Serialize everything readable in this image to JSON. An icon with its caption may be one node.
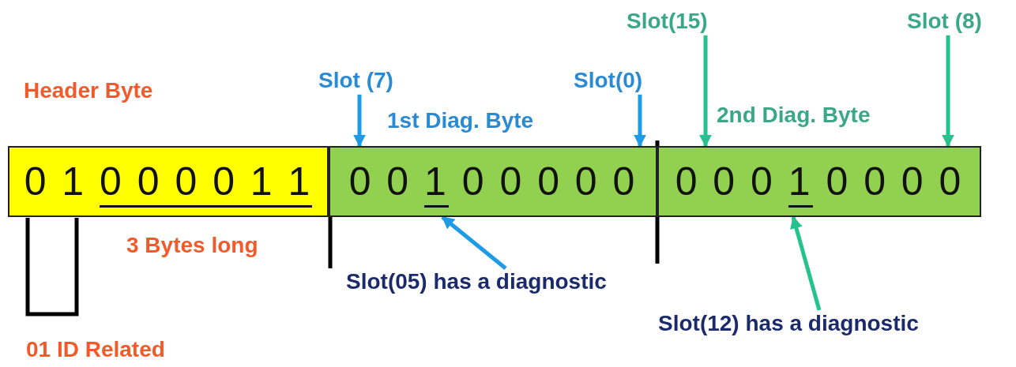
{
  "diagram": {
    "nodes": [
      {
        "text": [
          "0 1 0 0 0 0 1 1"
        ]
      },
      {
        "text": [
          "0 0 1 0 0 0 0 0"
        ]
      },
      {
        "text": [
          "0 0 0 1 0 0 0 0"
        ]
      },
      {
        "text": [
          "Slot (7)"
        ]
      },
      {
        "text": [
          "Slot(0)"
        ]
      },
      {
        "text": [
          "Slot(15)"
        ]
      },
      {
        "text": [
          "Slot (8)"
        ]
      },
      {
        "text": [
          "Slot(05) has a diagnostic"
        ]
      },
      {
        "text": [
          "Slot(12) has a diagnostic"
        ]
      }
    ],
    "edges": [
      {
        "from": 3,
        "to": 1,
        "arrow": "to",
        "color": "#1e9be6"
      },
      {
        "from": 4,
        "to": 1,
        "arrow": "to",
        "color": "#1e9be6"
      },
      {
        "from": 5,
        "to": 2,
        "arrow": "to",
        "color": "#25c28f"
      },
      {
        "from": 6,
        "to": 2,
        "arrow": "to",
        "color": "#25c28f"
      },
      {
        "from": 7,
        "to": 1,
        "arrow": "to",
        "color": "#1e9be6"
      },
      {
        "from": 8,
        "to": 2,
        "arrow": "to",
        "color": "#25c28f"
      }
    ],
    "labels": [
      "Header Byte",
      "1st Diag. Byte",
      "2nd Diag. Byte",
      "3 Bytes long",
      "01 ID Related"
    ]
  }
}
